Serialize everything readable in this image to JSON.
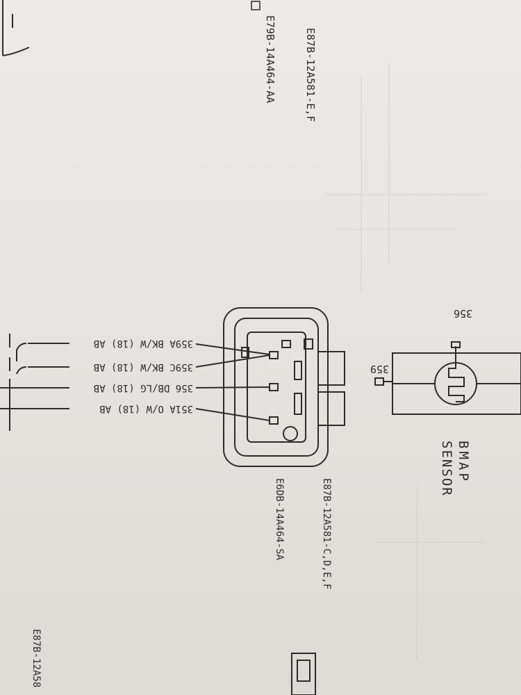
{
  "part_numbers": {
    "harness_top_1": "E87B-12A581-E,F",
    "harness_top_2": "E79B-14A464-AA",
    "harness_connector_1": "E87B-12A581-C,D,E,F",
    "harness_connector_2": "E6DB-14A464-SA",
    "bottom_clipped": "E87B-12A58"
  },
  "sensor": {
    "name_line1": "BMAP",
    "name_line2": "SENSOR",
    "pin_356": "356",
    "pin_359": "359"
  },
  "wires": [
    {
      "label": "359A BK/W (18) AB"
    },
    {
      "label": "359C BK/W (18) AB"
    },
    {
      "label": "356 DB/LG (18) AB"
    },
    {
      "label": "351A O/W (18) AB"
    }
  ]
}
